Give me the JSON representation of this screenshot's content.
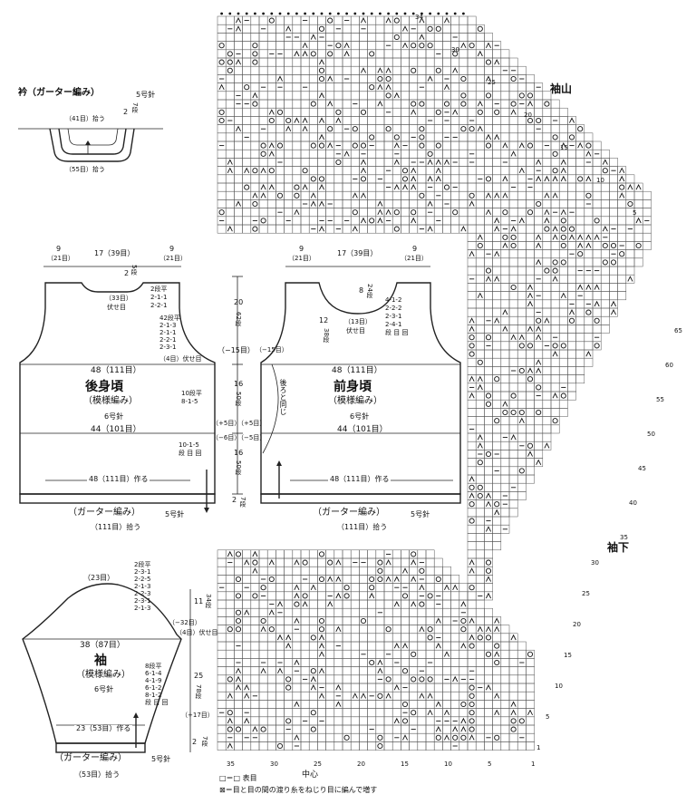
{
  "collar": {
    "title": "衿（ガーター編み）",
    "needle": "5号針",
    "top": "（41目）拾う",
    "bottom": "（55目）拾う",
    "rows": "2",
    "rows_frac": "7段"
  },
  "back": {
    "w_left": "9",
    "w_left_st": "（21目）",
    "w_mid": "17（39目）",
    "w_right": "9",
    "w_right_st": "（21目）",
    "neck_rows": "2",
    "neck_rows_frac": "5段",
    "neck_st": "（33目）",
    "neck_note": "伏せ目",
    "neck_dec": [
      "2段平",
      "2-1-1",
      "2-2-1"
    ],
    "arm_dec": [
      "42段平",
      "2-1-3",
      "2-1-1",
      "2-2-1",
      "2-3-1"
    ],
    "arm_bind": "（4目）伏せ目",
    "dec_side": "（−15目）",
    "width1": "48（111目）",
    "title": "後身頃",
    "pattern": "（模様編み）",
    "needle": "6号針",
    "side_inc": [
      "10段平",
      "8-1-5"
    ],
    "width2": "44（101目）",
    "side_dec": [
      "10-1-5",
      "段 目 回"
    ],
    "width3": "48（111目）作る",
    "garter": "（ガーター編み）",
    "garter_needle": "5号針",
    "pick": "（111目）拾う"
  },
  "center_col": {
    "a_cm": "20",
    "a_rows": "62段",
    "b_cm": "16",
    "b_rows": "50段",
    "inc": "（+5目）",
    "dec": "（−5目）",
    "c_cm": "16",
    "c_rows": "50段",
    "d_cm": "2",
    "d_rows": "7段",
    "dec_side_l": "（−15目）",
    "inc_l": "（+5目）",
    "dec_l": "（−6目）"
  },
  "front": {
    "w_left": "9",
    "w_left_st": "（21目）",
    "w_mid": "17（39目）",
    "w_right": "9",
    "w_right_st": "（21目）",
    "neck_a_cm": "8",
    "neck_a_rows": "24段",
    "neck_b_cm": "12",
    "neck_b_rows": "38段",
    "neck_st": "（13目）",
    "neck_note": "伏せ目",
    "neck_dec": [
      "4-1-2",
      "2-2-2",
      "2-3-1",
      "2-4-1",
      "段 目 回"
    ],
    "side_note": "後ろと同じ",
    "width1": "48（111目）",
    "title": "前身頃",
    "pattern": "（模様編み）",
    "needle": "6号針",
    "width2": "44（101目）",
    "width3": "48（111目）作る",
    "garter": "（ガーター編み）",
    "garter_needle": "5号針",
    "pick": "（111目）拾う"
  },
  "sleeve": {
    "top": "（23目）",
    "cap_dec": [
      "2段平",
      "2-3-1",
      "2-2-5",
      "2-1-3",
      "2-2-3",
      "2-3-1",
      "2-1-3"
    ],
    "cap_bind": "（4目）伏せ目",
    "cap_cm": "11",
    "cap_rows": "34段",
    "cap_dec_total": "（−32目）",
    "width": "38（87目）",
    "title": "袖",
    "pattern": "（模様編み）",
    "needle": "6号針",
    "inc": [
      "8段平",
      "6-1-4",
      "4-1-9",
      "6-1-2",
      "8-1-2",
      "段 目 回"
    ],
    "inc_total": "（+17目）",
    "body_cm": "25",
    "body_rows": "78段",
    "cuff_w": "23（53目）作る",
    "cuff_cm": "2",
    "cuff_rows": "7段",
    "garter": "（ガーター編み）",
    "garter_needle": "5号針",
    "pick": "（53目）拾う"
  },
  "chart_labels": {
    "sode_yama": "袖山",
    "sode_shita": "袖下",
    "top_counts": [
      "34",
      "30",
      "25",
      "20",
      "15",
      "10",
      "5"
    ],
    "right_counts": [
      "65",
      "60",
      "55",
      "50",
      "45",
      "40",
      "35"
    ],
    "bottom_counts": [
      "30",
      "25",
      "20",
      "15",
      "10",
      "5",
      "1"
    ],
    "x_axis": [
      "35",
      "30",
      "25",
      "20",
      "15",
      "10",
      "5",
      "1"
    ],
    "center": "中心",
    "legend1": "□＝□ 表目",
    "legend2": "⊠＝目と目の間の渡り糸をねじり目に編んで増す"
  }
}
